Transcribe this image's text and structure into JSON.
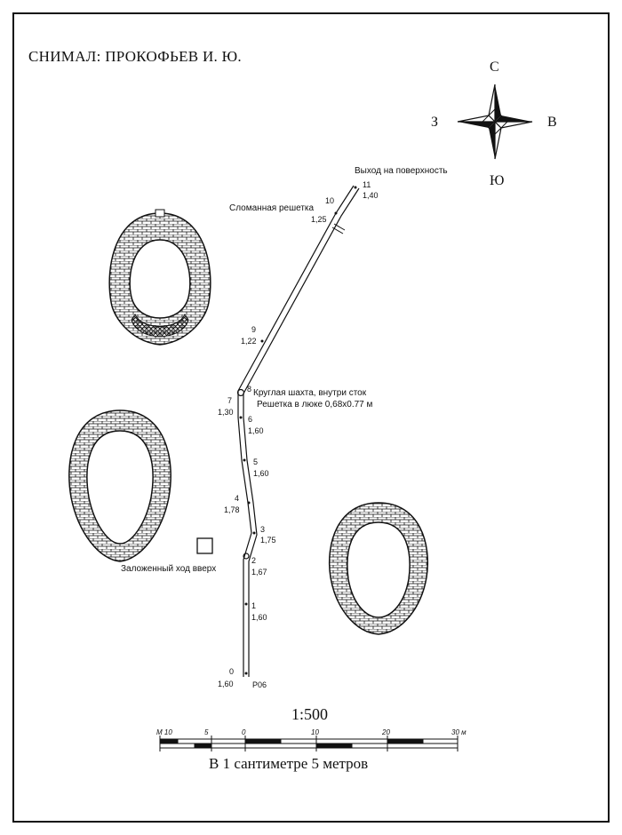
{
  "surveyor": "СНИМАЛ: ПРОКОФЬЕВ И. Ю.",
  "compass": {
    "north": "С",
    "south": "Ю",
    "west": "З",
    "east": "В"
  },
  "annotations": {
    "exit": "Выход на поверхность",
    "broken_grate": "Сломанная решетка",
    "round_shaft": "Круглая шахта, внутри сток",
    "hatch_grate": "Решетка в люке 0,68х0.77 м",
    "blocked_passage": "Заложенный ход вверх",
    "benchmark": "Р06"
  },
  "stations": [
    {
      "id": "0",
      "depth": "1,60"
    },
    {
      "id": "1",
      "depth": "1,60"
    },
    {
      "id": "2",
      "depth": "1,67"
    },
    {
      "id": "3",
      "depth": "1,75"
    },
    {
      "id": "4",
      "depth": "1,78"
    },
    {
      "id": "5",
      "depth": "1,60"
    },
    {
      "id": "6",
      "depth": "1,60"
    },
    {
      "id": "7",
      "depth": "1,30"
    },
    {
      "id": "8",
      "depth": ""
    },
    {
      "id": "9",
      "depth": "1,22"
    },
    {
      "id": "10",
      "depth": "1,25"
    },
    {
      "id": "11",
      "depth": "1,40"
    }
  ],
  "scale": {
    "ratio": "1:500",
    "caption": "В 1 сантиметре 5 метров",
    "ticks": [
      "М 10",
      "5",
      "0",
      "10",
      "20",
      "30 м"
    ]
  }
}
